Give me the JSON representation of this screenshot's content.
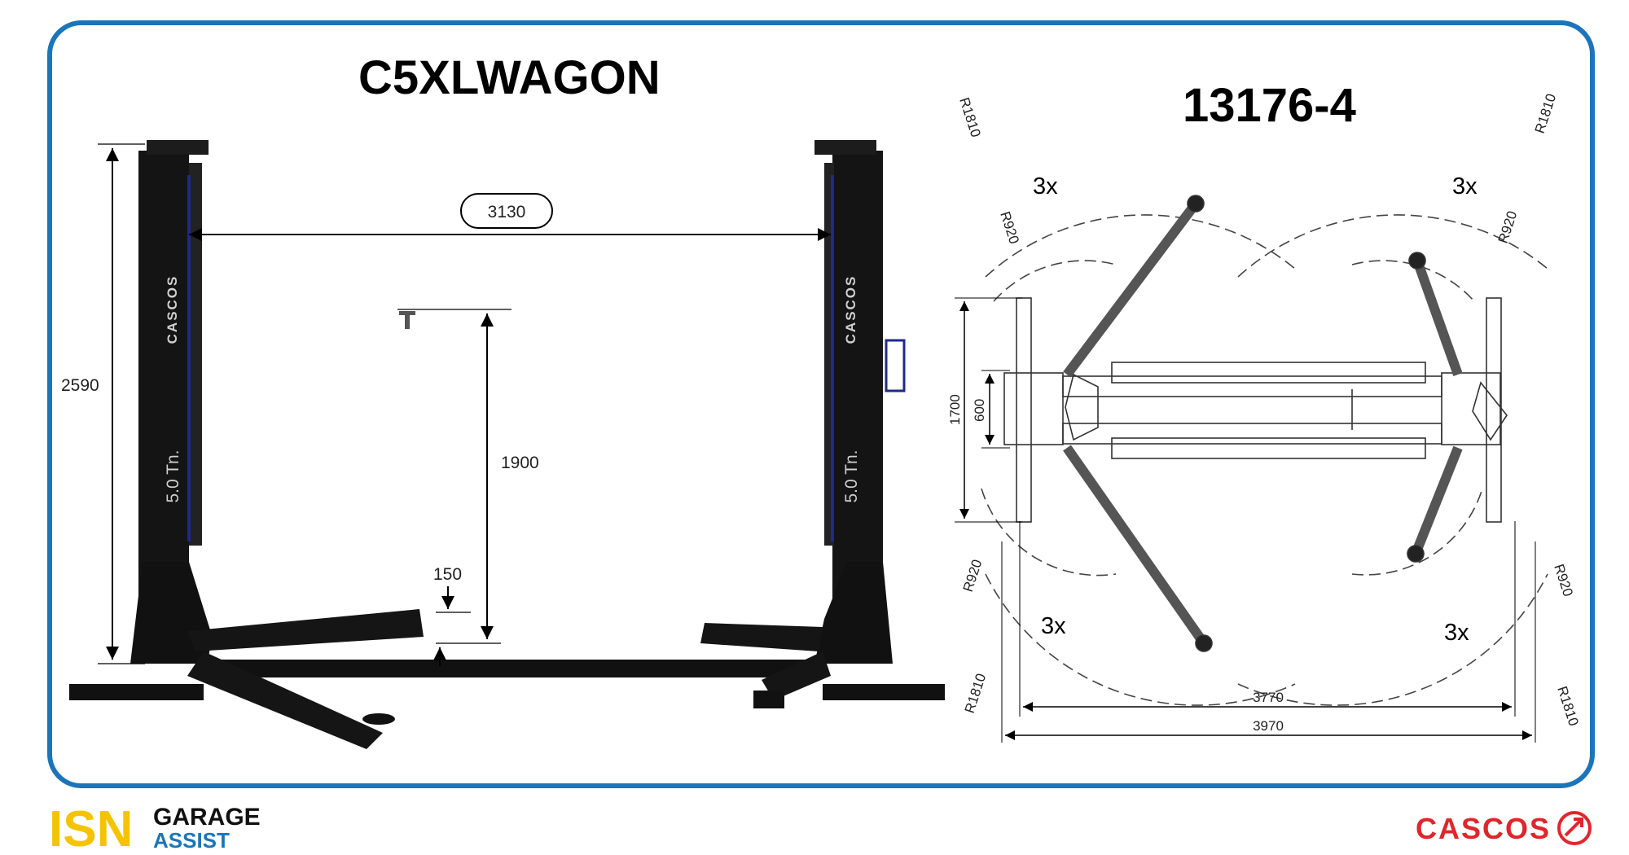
{
  "titles": {
    "model": "C5XLWAGON",
    "part_number": "13176-4"
  },
  "left_view": {
    "dimensions": {
      "width": "3130",
      "height": "2590",
      "lift": "1900",
      "min_height": "150"
    },
    "column_labels": {
      "brand": "CASCOS",
      "capacity": "5.0 Tn."
    }
  },
  "right_view": {
    "radii": {
      "outer": "R1810",
      "inner": "R920"
    },
    "quantity": "3x",
    "dimensions": {
      "width_inner": "3770",
      "width_outer": "3970",
      "depth_outer": "1700",
      "depth_inner": "600"
    }
  },
  "footer": {
    "isn_logo": {
      "letters": "ISN",
      "line1": "GARAGE",
      "line2": "ASSIST"
    },
    "cascos_logo": {
      "text": "CASCOS"
    }
  },
  "colors": {
    "frame": "#1b75bb",
    "cascos_red": "#e1262b",
    "isn_yellow": "#f5c400",
    "isn_blue": "#1b75bb",
    "isn_green": "#6cb33f"
  }
}
